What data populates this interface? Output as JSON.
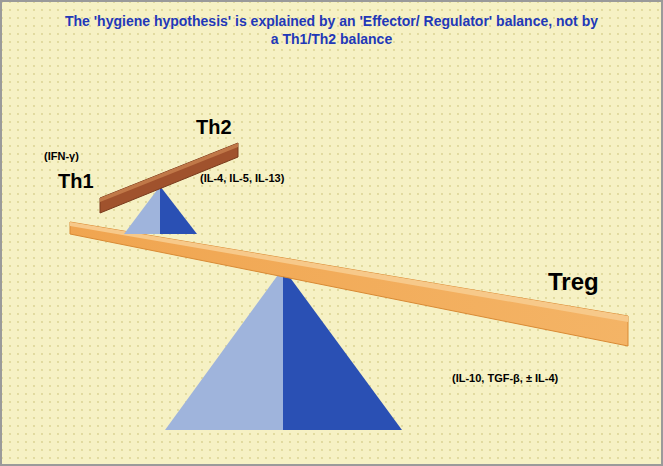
{
  "diagram": {
    "title": "The 'hygiene hypothesis' is explained by an 'Effector/ Regulator' balance, not by a Th1/Th2 balance",
    "labels": [
      "(IFN-γ)",
      "Th1",
      "Th2",
      "(IL-4, IL-5, IL-13)",
      "Treg",
      "(IL-10, TGF-β, ± IL-4)"
    ]
  }
}
